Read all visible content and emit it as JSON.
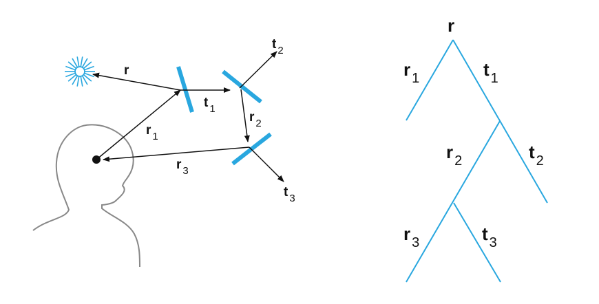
{
  "colors": {
    "surface": "#29a7df",
    "ray": "#111111",
    "outline": "#888888",
    "background": "#ffffff"
  },
  "icons": {
    "light": "light-source-icon",
    "eye": "eye-point-icon",
    "head": "viewer-head-icon"
  },
  "ray_diagram": {
    "labels": [
      {
        "id": "r",
        "main": "r",
        "sub": ""
      },
      {
        "id": "r1",
        "main": "r",
        "sub": "1"
      },
      {
        "id": "t1",
        "main": "t",
        "sub": "1"
      },
      {
        "id": "t2",
        "main": "t",
        "sub": "2"
      },
      {
        "id": "r2",
        "main": "r",
        "sub": "2"
      },
      {
        "id": "r3",
        "main": "r",
        "sub": "3"
      },
      {
        "id": "t3",
        "main": "t",
        "sub": "3"
      }
    ]
  },
  "ray_tree": {
    "root": "r",
    "labels": [
      {
        "id": "r1",
        "main": "r",
        "sub": "1"
      },
      {
        "id": "t1",
        "main": "t",
        "sub": "1"
      },
      {
        "id": "r2",
        "main": "r",
        "sub": "2"
      },
      {
        "id": "t2",
        "main": "t",
        "sub": "2"
      },
      {
        "id": "r3",
        "main": "r",
        "sub": "3"
      },
      {
        "id": "t3",
        "main": "t",
        "sub": "3"
      }
    ]
  }
}
